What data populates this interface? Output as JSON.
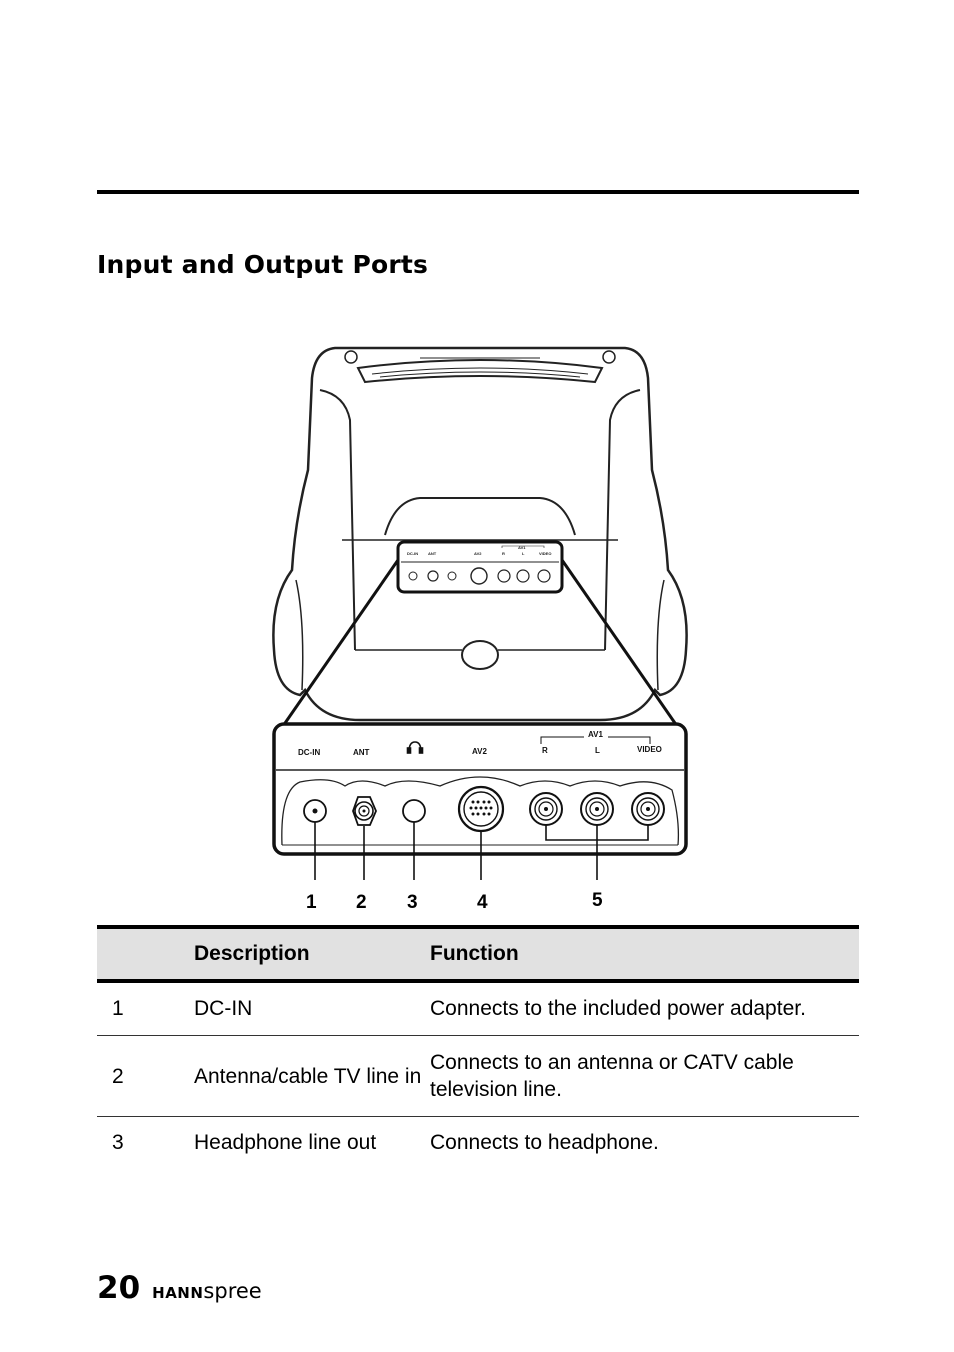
{
  "section_title": "Input and Output Ports",
  "diagram": {
    "small_panel_labels": [
      "DC-IN",
      "ANT",
      "AV2",
      "AV1",
      "R",
      "L",
      "VIDEO"
    ],
    "large_panel": {
      "dc_in": "DC-IN",
      "ant": "ANT",
      "av2": "AV2",
      "av1": "AV1",
      "r": "R",
      "l": "L",
      "video": "VIDEO"
    },
    "callouts": [
      "1",
      "2",
      "3",
      "4",
      "5"
    ],
    "icons": [
      "headphone-icon"
    ]
  },
  "table": {
    "headers": [
      "",
      "Description",
      "Function"
    ],
    "rows": [
      {
        "num": "1",
        "description": "DC-IN",
        "function": "Connects to the included power adapter."
      },
      {
        "num": "2",
        "description": "Antenna/cable TV line in",
        "function": "Connects to an antenna or CATV cable television line."
      },
      {
        "num": "3",
        "description": "Headphone line out",
        "function": "Connects to headphone."
      }
    ]
  },
  "footer": {
    "page_number": "20",
    "brand_bold": "HANN",
    "brand_light": "spree"
  }
}
